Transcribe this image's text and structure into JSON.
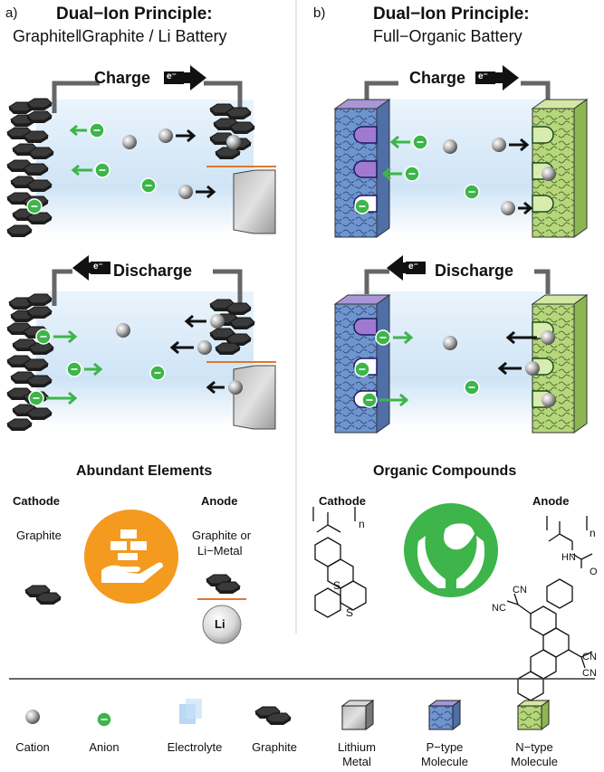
{
  "panel_a": {
    "letter": "a)",
    "title": "Dual−Ion Principle:",
    "subtitle_left": "Graphite",
    "subtitle_sep": "‖",
    "subtitle_right": "Graphite / Li Battery",
    "charge_label": "Charge",
    "discharge_label": "Discharge",
    "electron_label": "e⁻",
    "section_title": "Abundant Elements",
    "cathode_label": "Cathode",
    "cathode_material": "Graphite",
    "anode_label": "Anode",
    "anode_material_1": "Graphite or",
    "anode_material_2": "Li−Metal",
    "li_label": "Li"
  },
  "panel_b": {
    "letter": "b)",
    "title": "Dual−Ion Principle:",
    "subtitle": "Full−Organic Battery",
    "charge_label": "Charge",
    "discharge_label": "Discharge",
    "electron_label": "e⁻",
    "section_title": "Organic Compounds",
    "cathode_label": "Cathode",
    "anode_label": "Anode",
    "polymer_index": "n",
    "atom_S": "S",
    "atom_HN": "HN",
    "atom_O": "O",
    "atom_CN": "CN",
    "atom_NC": "NC"
  },
  "legend": {
    "items": [
      {
        "label": "Cation",
        "icon": "cation-icon"
      },
      {
        "label": "Anion",
        "icon": "anion-icon"
      },
      {
        "label": "Electrolyte",
        "icon": "electrolyte-icon"
      },
      {
        "label": "Graphite",
        "icon": "graphite-icon"
      },
      {
        "label": "Lithium Metal",
        "line1": "Lithium",
        "line2": "Metal",
        "icon": "lithium-metal-icon"
      },
      {
        "label": "P−type Molecule",
        "line1": "P−type",
        "line2": "Molecule",
        "icon": "p-type-molecule-icon"
      },
      {
        "label": "N−type Molecule",
        "line1": "N−type",
        "line2": "Molecule",
        "icon": "n-type-molecule-icon"
      }
    ]
  },
  "colors": {
    "anion": "#3db54a",
    "accent_orange": "#f39a1f",
    "accent_green": "#3db54a",
    "p_type": "#6e95d0",
    "n_type": "#b5d67a",
    "electrolyte": "#d6e9f8",
    "wire": "#666666",
    "separator": "#e0772e"
  }
}
